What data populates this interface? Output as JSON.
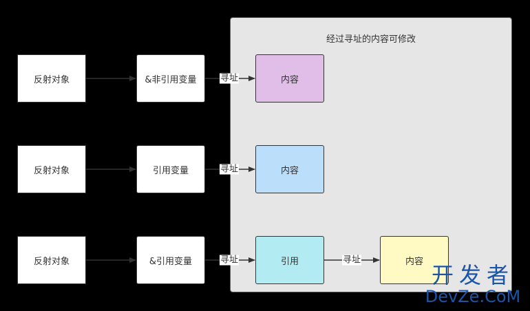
{
  "region": {
    "title": "经过寻址的内容可修改"
  },
  "rows": [
    {
      "source": "反射对象",
      "variable": "&非引用变量",
      "edge_label": "寻址",
      "target": "内容"
    },
    {
      "source": "反射对象",
      "variable": "引用变量",
      "edge_label": "寻址",
      "target": "内容"
    },
    {
      "source": "反射对象",
      "variable": "&引用变量",
      "edge_label": "寻址",
      "target": "引用",
      "edge_label_2": "寻址",
      "target_2": "内容"
    }
  ],
  "colors": {
    "content_purple": "#e1bee7",
    "content_blue": "#bbdefb",
    "reference_cyan": "#b2ebf2",
    "content_yellow": "#fff9c4",
    "arrow": "#333333"
  },
  "watermark": {
    "cn": "开发者",
    "en": "DevZe.CoM"
  }
}
